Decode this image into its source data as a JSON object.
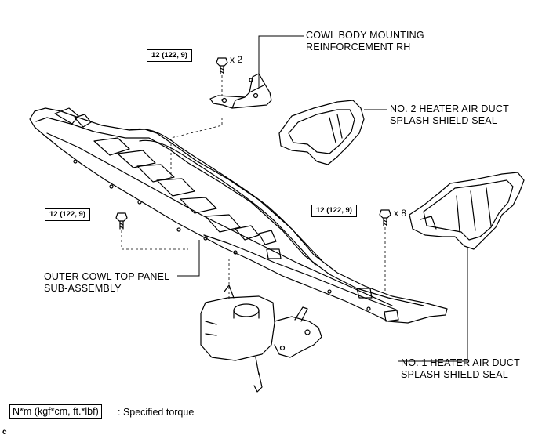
{
  "labels": {
    "cowl_reinforcement": [
      "COWL BODY MOUNTING",
      "REINFORCEMENT RH"
    ],
    "no2_seal": [
      "NO. 2 HEATER AIR DUCT",
      "SPLASH SHIELD SEAL"
    ],
    "outer_cowl": [
      "OUTER COWL TOP PANEL",
      "SUB-ASSEMBLY"
    ],
    "no1_seal": [
      "NO. 1 HEATER AIR DUCT",
      "SPLASH SHIELD SEAL"
    ]
  },
  "torque": {
    "value": "12 (122, 9)",
    "qty_reinforcement": "x 2",
    "qty_cowl": "x 8"
  },
  "legend": {
    "unit": "N*m (kgf*cm, ft.*lbf)",
    "text": ": Specified torque"
  },
  "figure_code": "c"
}
